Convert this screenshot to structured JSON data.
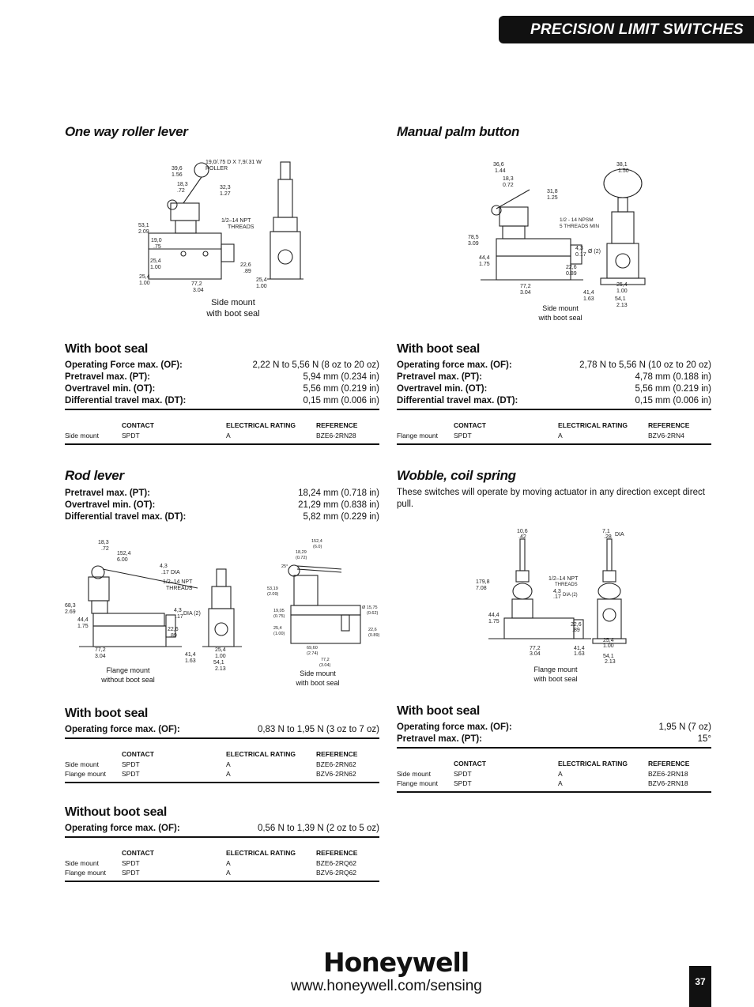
{
  "header": {
    "title": "PRECISION LIMIT SWITCHES"
  },
  "sections": {
    "roller": {
      "title": "One way roller lever",
      "drawing_labels": [
        "19,0/.75 D X 7,9/.31 W",
        "ROLLER",
        "39,6",
        "1.56",
        "18,3",
        ".72",
        "32,3",
        "1.27",
        "1/2–14 NPT",
        "THREADS",
        "53,1",
        "2.09",
        "19,0",
        ".75",
        "25,4",
        "1.00",
        "25,4",
        "1.00",
        "22,6",
        ".89",
        "77,2",
        "3.04",
        "25,4",
        "1.00"
      ],
      "caption": [
        "Side mount",
        "with boot seal"
      ],
      "subtitle": "With boot seal",
      "specs": [
        {
          "k": "Operating Force max. (OF):",
          "v": "2,22 N to 5,56 N (8 oz to 20 oz)"
        },
        {
          "k": "Pretravel max. (PT):",
          "v": "5,94 mm (0.234 in)"
        },
        {
          "k": "Overtravel min. (OT):",
          "v": "5,56 mm (0.219 in)"
        },
        {
          "k": "Differential travel max. (DT):",
          "v": "0,15 mm (0.006 in)"
        }
      ],
      "table": {
        "headers": [
          "",
          "CONTACT",
          "ELECTRICAL RATING",
          "REFERENCE"
        ],
        "rows": [
          [
            "Side mount",
            "SPDT",
            "A",
            "BZE6-2RN28"
          ]
        ]
      }
    },
    "palm": {
      "title": "Manual palm button",
      "drawing_labels": [
        "36,6",
        "1.44",
        "18,3",
        "0.72",
        "31,8",
        "1.25",
        "38,1",
        "1.50",
        "1/2 - 14 NPSM",
        "5 THREADS MIN",
        "78,5",
        "3.09",
        "4,3",
        "0.17",
        "Ø (2)",
        "44,4",
        "1.75",
        "22,6",
        "0.89",
        "77,2",
        "3.04",
        "41,4",
        "1.63",
        "25,4",
        "1.00",
        "54,1",
        "2.13"
      ],
      "caption": [
        "Side mount",
        "with boot seal"
      ],
      "subtitle": "With boot seal",
      "specs": [
        {
          "k": "Operating force max. (OF):",
          "v": "2,78 N to 5,56 N (10 oz to 20 oz)"
        },
        {
          "k": "Pretravel max. (PT):",
          "v": "4,78 mm (0.188 in)"
        },
        {
          "k": "Overtravel min. (OT):",
          "v": "5,56 mm (0.219 in)"
        },
        {
          "k": "Differential travel max. (DT):",
          "v": "0,15 mm (0.006 in)"
        }
      ],
      "table": {
        "headers": [
          "",
          "CONTACT",
          "ELECTRICAL RATING",
          "REFERENCE"
        ],
        "rows": [
          [
            "Flange mount",
            "SPDT",
            "A",
            "BZV6-2RN4"
          ]
        ]
      }
    },
    "rod": {
      "title": "Rod lever",
      "specs": [
        {
          "k": "Pretravel max. (PT):",
          "v": "18,24 mm (0.718 in)"
        },
        {
          "k": "Overtravel min. (OT):",
          "v": "21,29 mm (0.838 in)"
        },
        {
          "k": "Differential travel max. (DT):",
          "v": "5,82 mm (0.229 in)"
        }
      ],
      "drawing_labels_a": [
        "18,3",
        ".72",
        "152,4",
        "6.00",
        "4,3",
        ".17",
        "DIA",
        "1/2–14 NPT",
        "THREADS",
        "68,3",
        "2.69",
        "44,4",
        "1.75",
        "4,3",
        ".17",
        "DIA (2)",
        "22,6",
        ".89",
        "77,2",
        "3.04",
        "41,4",
        "1.63",
        "25,4",
        "1.00",
        "54,1",
        "2.13"
      ],
      "drawing_labels_b": [
        "152,4",
        "(6.0)",
        "18,29",
        "(0.72)",
        "25°",
        "53,19",
        "(2.09)",
        "19,05",
        "(0.75)",
        "25,4",
        "(1.00)",
        "Ø 15,75",
        "(0.62)",
        "22,6",
        "(0.89)",
        "69,60",
        "(2.74)",
        "77,2",
        "(3.04)"
      ],
      "caption_a": [
        "Flange mount",
        "without boot seal"
      ],
      "caption_b": [
        "Side mount",
        "with boot seal"
      ],
      "subtitle": "With boot seal",
      "specs2": [
        {
          "k": "Operating force max. (OF):",
          "v": "0,83 N to 1,95 N (3 oz to 7 oz)"
        }
      ],
      "table": {
        "headers": [
          "",
          "CONTACT",
          "ELECTRICAL RATING",
          "REFERENCE"
        ],
        "rows": [
          [
            "Side mount",
            "SPDT",
            "A",
            "BZE6-2RN62"
          ],
          [
            "Flange mount",
            "SPDT",
            "A",
            "BZV6-2RN62"
          ]
        ]
      },
      "subtitle2": "Without boot seal",
      "specs3": [
        {
          "k": "Operating force max. (OF):",
          "v": "0,56 N to 1,39 N (2 oz to 5 oz)"
        }
      ],
      "table2": {
        "headers": [
          "",
          "CONTACT",
          "ELECTRICAL RATING",
          "REFERENCE"
        ],
        "rows": [
          [
            "Side mount",
            "SPDT",
            "A",
            "BZE6-2RQ62"
          ],
          [
            "Flange mount",
            "SPDT",
            "A",
            "BZV6-2RQ62"
          ]
        ]
      }
    },
    "wobble": {
      "title": "Wobble, coil spring",
      "description": "These switches will operate by moving actuator in any direction except direct pull.",
      "drawing_labels": [
        "10,6",
        ".42",
        "7,1",
        ".28",
        "DIA",
        "179,8",
        "7.08",
        "1/2–14 NPT",
        "THREADS",
        "4,3",
        ".17",
        "DIA (2)",
        "44,4",
        "1.75",
        "22,6",
        ".89",
        "77,2",
        "3.04",
        "41,4",
        "1.63",
        "25,4",
        "1.00",
        "54,1",
        "2.13"
      ],
      "caption": [
        "Flange mount",
        "with boot seal"
      ],
      "subtitle": "With boot seal",
      "specs": [
        {
          "k": "Operating force max. (OF):",
          "v": "1,95 N (7 oz)"
        },
        {
          "k": "Pretravel max. (PT):",
          "v": "15°"
        }
      ],
      "table": {
        "headers": [
          "",
          "CONTACT",
          "ELECTRICAL RATING",
          "REFERENCE"
        ],
        "rows": [
          [
            "Side mount",
            "SPDT",
            "A",
            "BZE6-2RN18"
          ],
          [
            "Flange mount",
            "SPDT",
            "A",
            "BZV6-2RN18"
          ]
        ]
      }
    }
  },
  "footer": {
    "logo": "Honeywell",
    "url": "www.honeywell.com/sensing",
    "page": "37"
  }
}
